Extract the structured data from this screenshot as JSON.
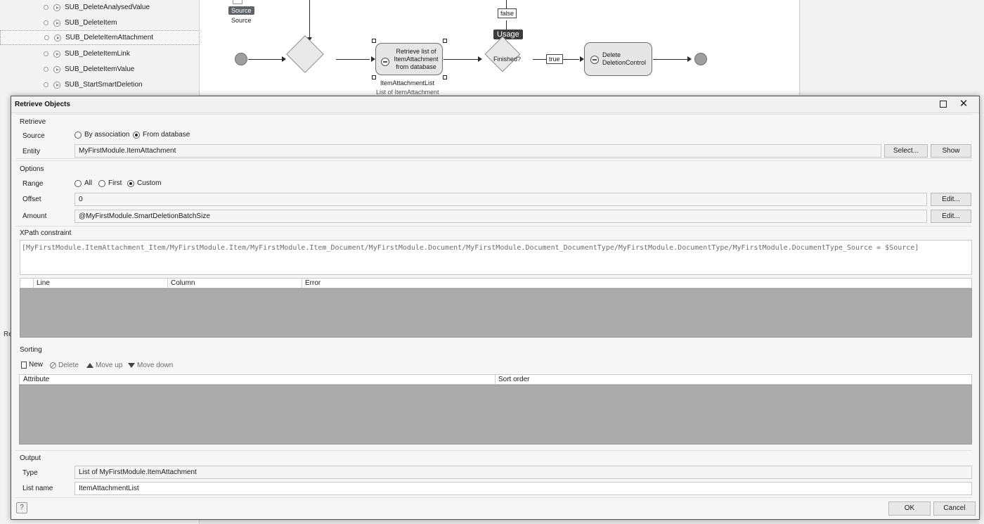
{
  "tree": {
    "items": [
      {
        "label": "SUB_DeleteAnalysedValue"
      },
      {
        "label": "SUB_DeleteItem"
      },
      {
        "label": "SUB_DeleteItemAttachment"
      },
      {
        "label": "SUB_DeleteItemLink"
      },
      {
        "label": "SUB_DeleteItemValue"
      },
      {
        "label": "SUB_StartSmartDeletion"
      }
    ],
    "stub_label": "Re"
  },
  "canvas": {
    "source_badge": "Source",
    "source_caption": "Source",
    "false_label": "false",
    "usage_badge": "Usage",
    "retrieve_activity": "Retrieve list of ItemAttachment from database",
    "retrieve_caption": "ItemAttachmentList",
    "retrieve_subcaption": "List of ItemAttachment",
    "decision_label": "Finished?",
    "true_label": "true",
    "delete_activity": "Delete DeletionControl"
  },
  "dialog": {
    "title": "Retrieve Objects",
    "close_glyph": "✕",
    "retrieve": {
      "title": "Retrieve",
      "source_label": "Source",
      "by_association": "By association",
      "from_database": "From database",
      "entity_label": "Entity",
      "entity_value": "MyFirstModule.ItemAttachment",
      "select_button": "Select...",
      "show_button": "Show"
    },
    "options": {
      "title": "Options",
      "range_label": "Range",
      "range_all": "All",
      "range_first": "First",
      "range_custom": "Custom",
      "offset_label": "Offset",
      "offset_value": "0",
      "amount_label": "Amount",
      "amount_value": "@MyFirstModule.SmartDeletionBatchSize",
      "edit_button": "Edit..."
    },
    "xpath": {
      "title": "XPath constraint",
      "value": "[MyFirstModule.ItemAttachment_Item/MyFirstModule.Item/MyFirstModule.Item_Document/MyFirstModule.Document/MyFirstModule.Document_DocumentType/MyFirstModule.DocumentType/MyFirstModule.DocumentType_Source = $Source]",
      "columns": [
        "Line",
        "Column",
        "Error"
      ]
    },
    "sorting": {
      "title": "Sorting",
      "new_button": "New",
      "delete_button": "Delete",
      "move_up_button": "Move up",
      "move_down_button": "Move down",
      "columns": [
        "Attribute",
        "Sort order"
      ]
    },
    "output": {
      "title": "Output",
      "type_label": "Type",
      "type_value": "List of MyFirstModule.ItemAttachment",
      "list_name_label": "List name",
      "list_name_value": "ItemAttachmentList"
    },
    "help_glyph": "?",
    "ok_button": "OK",
    "cancel_button": "Cancel"
  }
}
